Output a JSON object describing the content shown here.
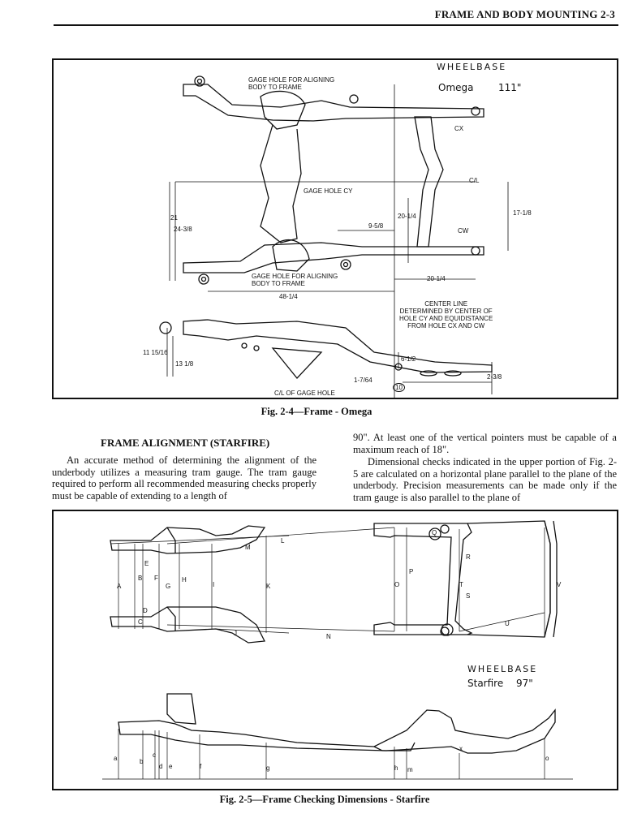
{
  "header": {
    "title": "FRAME AND BODY MOUNTING 2-3"
  },
  "figure1": {
    "wheelbase_label": "WHEELBASE",
    "model": "Omega",
    "wheelbase_value": "111\"",
    "labels": {
      "gage_hole_top": "GAGE HOLE FOR ALIGNING\nBODY TO FRAME",
      "gage_hole_cy": "GAGE HOLE CY",
      "gage_hole_bottom": "GAGE HOLE FOR ALIGNING\nBODY TO FRAME",
      "center_line": "CENTER LINE\nDETERMINED BY CENTER OF\nHOLE CY AND EQUIDISTANCE\nFROM HOLE CX AND CW",
      "cl_gage_hole": "C/L OF GAGE HOLE",
      "cx": "CX",
      "cw": "CW",
      "cl": "C/L"
    },
    "dimensions": {
      "d21": "21",
      "d24_3_8": "24-3/8",
      "d9_5_8": "9-5/8",
      "d20_1_4_a": "20-1/4",
      "d20_1_4_b": "20-1/4",
      "d17_1_8": "17-1/8",
      "d48_1_4": "48-1/4",
      "d11_15_16": "11 15/16",
      "d13_1_8": "13 1/8",
      "d6_1_2": "6-1/2",
      "d1_7_64": "1-7/64",
      "d2_3_8": "2-3/8",
      "d10": "10"
    },
    "caption": "Fig. 2-4—Frame - Omega"
  },
  "section": {
    "heading": "FRAME ALIGNMENT (STARFIRE)",
    "left_para": "An accurate method of determining the alignment of the underbody utilizes a measuring tram gauge. The tram gauge required to perform all recommended measuring checks properly must be capable of extending to a length of",
    "right_para1": "90\". At least one of the vertical pointers must be capable of a maximum reach of 18\".",
    "right_para2": "Dimensional checks indicated in the upper portion of Fig. 2-5 are calculated on a horizontal plane parallel to the plane of the underbody. Precision measurements can be made only if the tram gauge is also parallel to the plane of"
  },
  "figure2": {
    "wheelbase_label": "WHEELBASE",
    "model": "Starfire",
    "wheelbase_value": "97\"",
    "plan_letters": [
      "A",
      "B",
      "C",
      "D",
      "E",
      "F",
      "G",
      "H",
      "I",
      "J",
      "K",
      "L",
      "M",
      "N",
      "O",
      "P",
      "Q",
      "R",
      "S",
      "T",
      "U",
      "V"
    ],
    "side_letters": [
      "a",
      "b",
      "c",
      "d",
      "e",
      "f",
      "g",
      "h",
      "m",
      "x",
      "o"
    ],
    "caption": "Fig. 2-5—Frame Checking Dimensions - Starfire"
  }
}
